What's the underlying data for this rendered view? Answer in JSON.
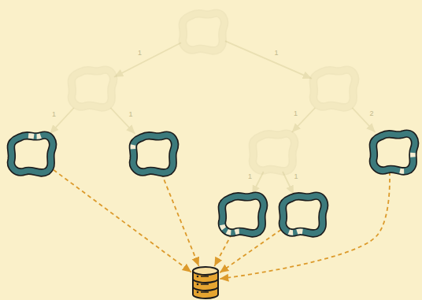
{
  "diagram": {
    "nodes": [
      {
        "text": []
      },
      {
        "text": []
      },
      {
        "text": []
      },
      {
        "text": []
      },
      {
        "text": []
      },
      {
        "text": []
      },
      {
        "text": []
      },
      {
        "text": []
      },
      {
        "text": []
      },
      {
        "text": []
      }
    ],
    "edges": [
      {
        "from": 0,
        "to": 1,
        "label": "1",
        "arrow": "to"
      },
      {
        "from": 0,
        "to": 2,
        "label": "1",
        "arrow": "to"
      },
      {
        "from": 1,
        "to": 3,
        "label": "1",
        "arrow": "to"
      },
      {
        "from": 1,
        "to": 4,
        "label": "1",
        "arrow": "to"
      },
      {
        "from": 2,
        "to": 5,
        "label": "1",
        "arrow": "to"
      },
      {
        "from": 2,
        "to": 6,
        "label": "2",
        "arrow": "to"
      },
      {
        "from": 5,
        "to": 7,
        "label": "1",
        "arrow": "to"
      },
      {
        "from": 5,
        "to": 8,
        "label": "1",
        "arrow": "to"
      },
      {
        "from": 3,
        "to": 9,
        "arrow": "to"
      },
      {
        "from": 4,
        "to": 9,
        "arrow": "to"
      },
      {
        "from": 7,
        "to": 9,
        "arrow": "to"
      },
      {
        "from": 8,
        "to": 9,
        "arrow": "to"
      },
      {
        "from": 6,
        "to": 9,
        "arrow": "to"
      }
    ]
  }
}
